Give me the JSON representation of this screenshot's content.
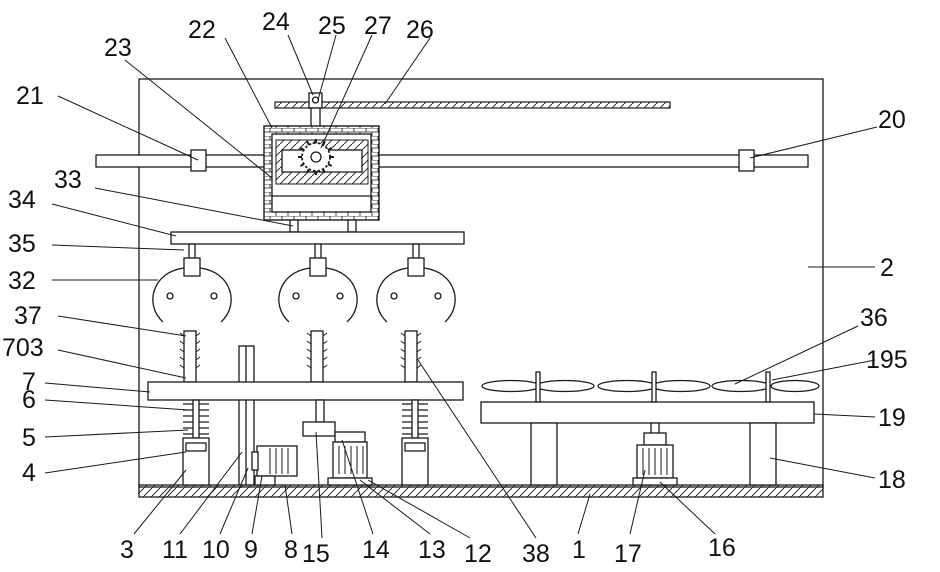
{
  "labels": {
    "l1": "1",
    "l2": "2",
    "l3": "3",
    "l4": "4",
    "l5": "5",
    "l6": "6",
    "l7": "7",
    "l8": "8",
    "l9": "9",
    "l10": "10",
    "l11": "11",
    "l12": "12",
    "l13": "13",
    "l14": "14",
    "l15": "15",
    "l16": "16",
    "l17": "17",
    "l18": "18",
    "l19": "19",
    "l20": "20",
    "l21": "21",
    "l22": "22",
    "l23": "23",
    "l24": "24",
    "l25": "25",
    "l26": "26",
    "l27": "27",
    "l32": "32",
    "l33": "33",
    "l34": "34",
    "l35": "35",
    "l36": "36",
    "l37": "37",
    "l38": "38",
    "l195": "195",
    "l703": "703"
  }
}
